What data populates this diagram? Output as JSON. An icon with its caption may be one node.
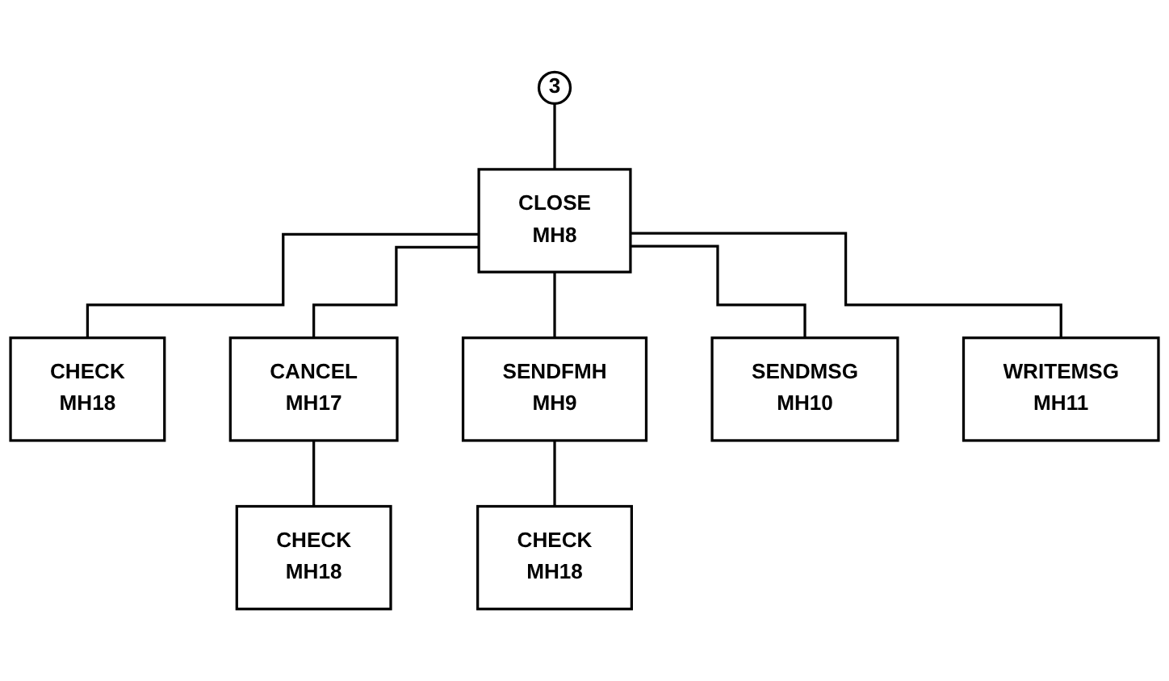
{
  "diagram": {
    "nodes": [
      {
        "text": [
          "3"
        ]
      },
      {
        "text": [
          "CLOSE",
          "MH8"
        ]
      },
      {
        "text": [
          "CHECK",
          "MH18"
        ]
      },
      {
        "text": [
          "CANCEL",
          "MH17"
        ]
      },
      {
        "text": [
          "SENDFMH",
          "MH9"
        ]
      },
      {
        "text": [
          "SENDMSG",
          "MH10"
        ]
      },
      {
        "text": [
          "WRITEMSG",
          "MH11"
        ]
      },
      {
        "text": [
          "CHECK",
          "MH18"
        ]
      },
      {
        "text": [
          "CHECK",
          "MH18"
        ]
      }
    ],
    "edges": [
      {
        "from": 0,
        "to": 1,
        "arrow": "none"
      },
      {
        "from": 1,
        "to": 2,
        "arrow": "none"
      },
      {
        "from": 1,
        "to": 3,
        "arrow": "none"
      },
      {
        "from": 1,
        "to": 4,
        "arrow": "none"
      },
      {
        "from": 1,
        "to": 5,
        "arrow": "none"
      },
      {
        "from": 1,
        "to": 6,
        "arrow": "none"
      },
      {
        "from": 3,
        "to": 7,
        "arrow": "none"
      },
      {
        "from": 4,
        "to": 8,
        "arrow": "none"
      }
    ]
  }
}
